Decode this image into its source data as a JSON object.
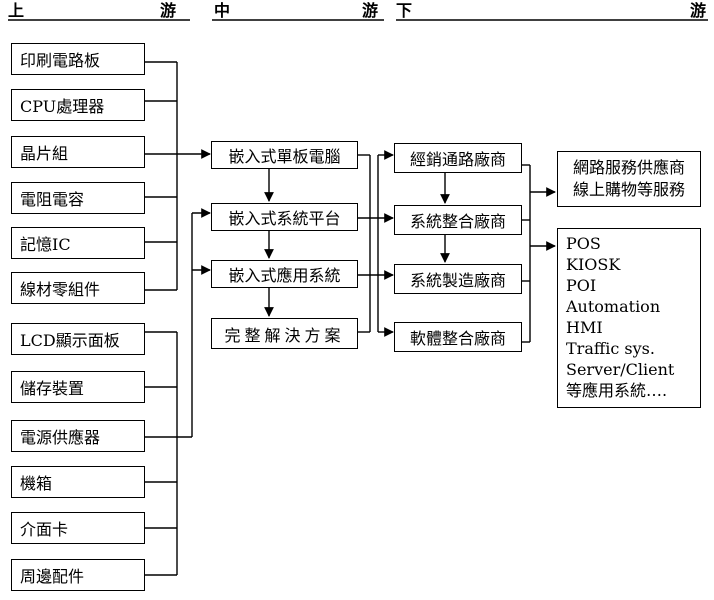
{
  "headers": {
    "up_left": "上",
    "up_right": "游",
    "mid_left": "中",
    "mid_right": "游",
    "down_left": "下",
    "down_right": "游"
  },
  "upstream": [
    "印刷電路板",
    "CPU處理器",
    "晶片組",
    "電阻電容",
    "記憶IC",
    "線材零組件",
    "LCD顯示面板",
    "儲存裝置",
    "電源供應器",
    "機箱",
    "介面卡",
    "周邊配件"
  ],
  "midstream": [
    "嵌入式單板電腦",
    "嵌入式系統平台",
    "嵌入式應用系統",
    "完整解決方案"
  ],
  "downstream": [
    "經銷通路廠商",
    "系統整合廠商",
    "系統製造廠商",
    "軟體整合廠商"
  ],
  "services": {
    "line1": "網路服務供應商",
    "line2": "線上購物等服務"
  },
  "applications": [
    "POS",
    "KIOSK",
    "POI",
    "Automation",
    "HMI",
    "Traffic sys.",
    "Server/Client",
    "等應用系統…."
  ]
}
